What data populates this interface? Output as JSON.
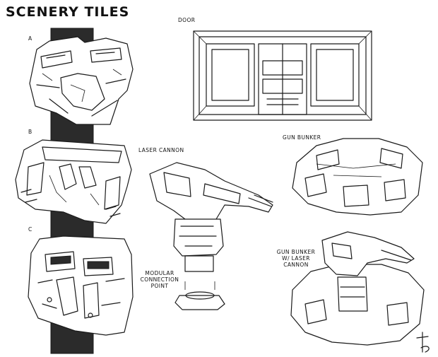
{
  "title": "SCENERY TILES",
  "labels": {
    "tile_a": "A",
    "tile_b": "B",
    "tile_c": "C",
    "door": "DOOR",
    "laser_cannon": "LASER CANNON",
    "gun_bunker": "GUN BUNKER",
    "gun_bunker_laser_line1": "GUN BUNKER",
    "gun_bunker_laser_line2": "W/ LASER CANNON",
    "modular_line1": "MODULAR",
    "modular_line2": "CONNECTION",
    "modular_line3": "POINT"
  },
  "colors": {
    "ink": "#1a1a1a",
    "background": "#ffffff",
    "strip": "#2b2b2b"
  }
}
